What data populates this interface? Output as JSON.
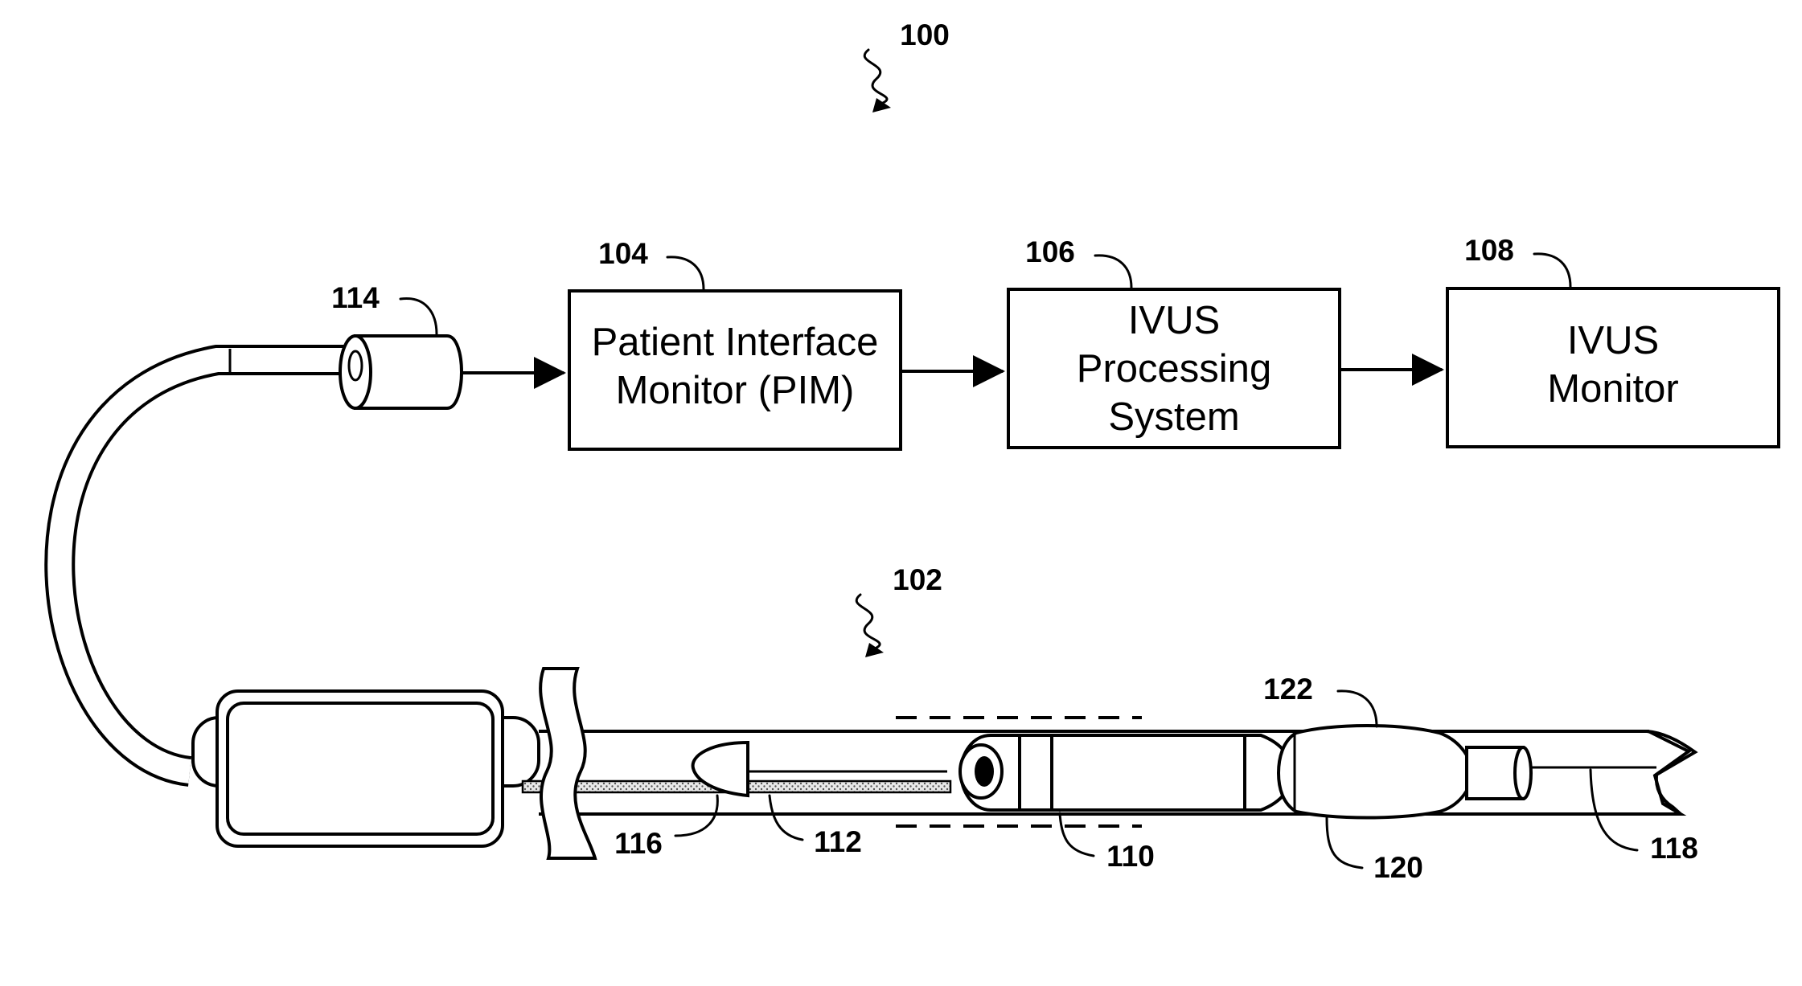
{
  "figure": {
    "ref_system": "100",
    "ref_catheter": "102",
    "boxes": {
      "pim": {
        "ref": "104",
        "lines": [
          "Patient Interface",
          "Monitor (PIM)"
        ]
      },
      "processing": {
        "ref": "106",
        "lines": [
          "IVUS",
          "Processing",
          "System"
        ]
      },
      "monitor": {
        "ref": "108",
        "lines": [
          "IVUS",
          "Monitor"
        ]
      }
    },
    "refs": {
      "connector": "114",
      "transducer_array": "110",
      "cable": "112",
      "guide_wire_exit": "116",
      "guide_wire": "118",
      "balloon": "120",
      "balloon_marker": "122"
    }
  }
}
